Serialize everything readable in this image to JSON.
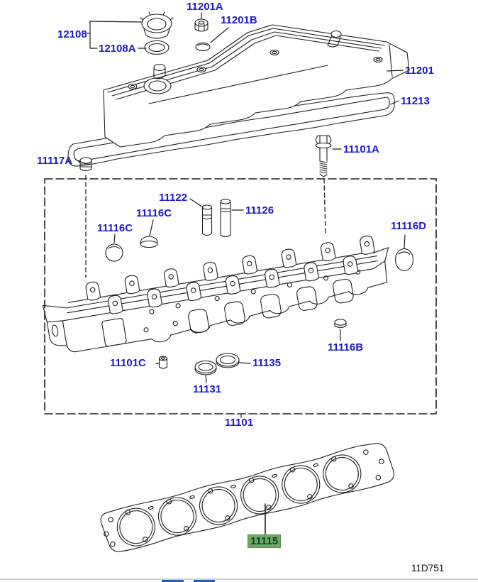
{
  "parts": {
    "p12108": "12108",
    "p12108A": "12108A",
    "p11201A": "11201A",
    "p11201B": "11201B",
    "p11201": "11201",
    "p11213": "11213",
    "p11117A": "11117A",
    "p11101A": "11101A",
    "p11122": "11122",
    "p11126": "11126",
    "p11116C": "11116C",
    "p11116D": "11116D",
    "p11116B": "11116B",
    "p11101C": "11101C",
    "p11135": "11135",
    "p11131": "11131",
    "p11101": "11101",
    "p11115": "11115"
  },
  "highlighted_part": "11115",
  "footer": {
    "drawing_code": "11D751"
  },
  "colors": {
    "label_blue": "#1b18cf",
    "highlight_green": "#6fa95f",
    "highlight_text": "#123f35",
    "line_black": "#1f1f1f",
    "footer_gray": "#cfcfcf",
    "footer_blue": "#2060a8"
  }
}
